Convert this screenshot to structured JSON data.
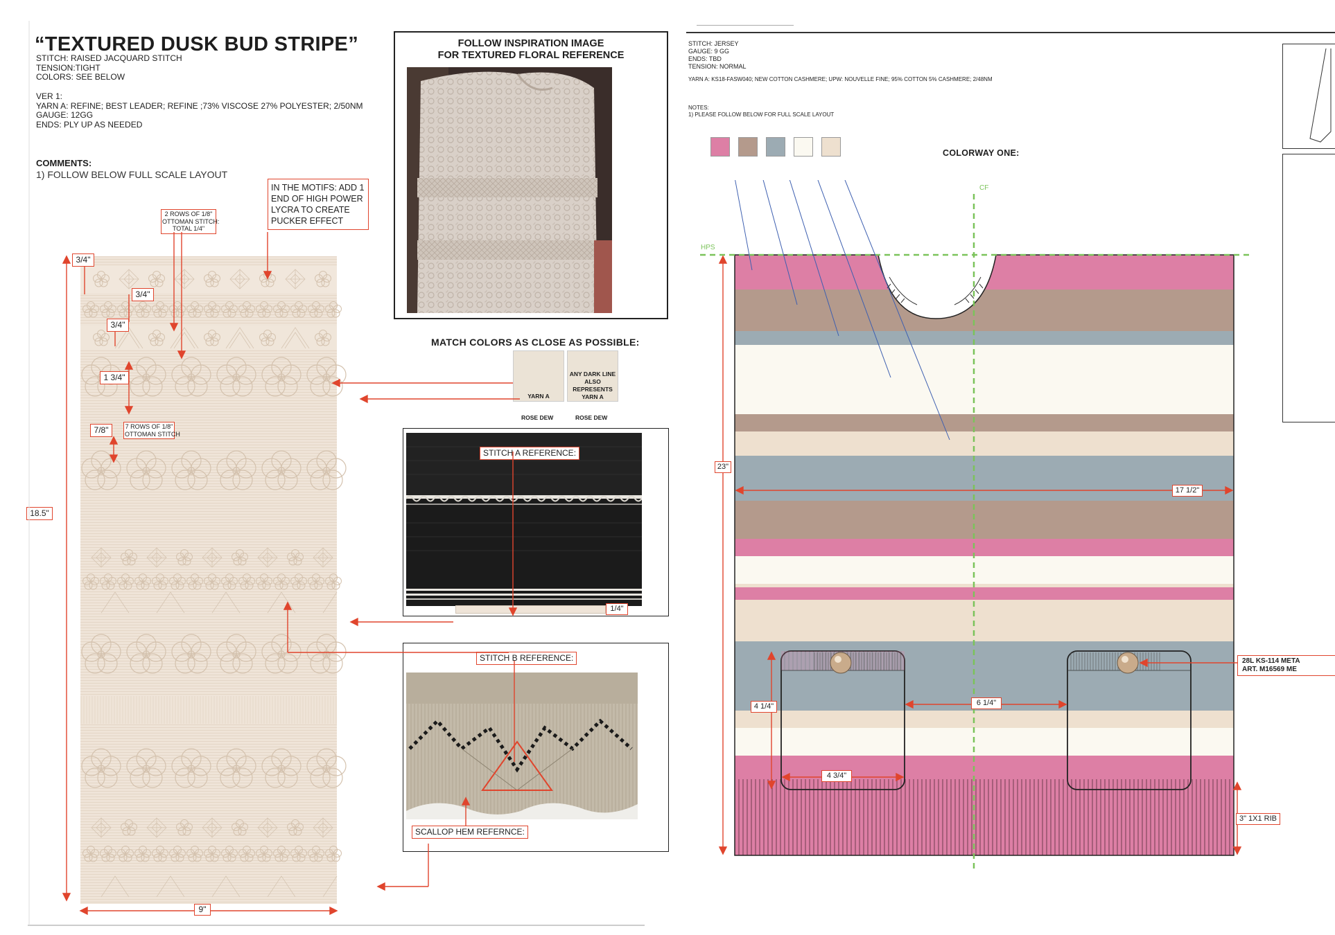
{
  "left_sheet": {
    "title": "“TEXTURED DUSK BUD STRIPE”",
    "spec_lines": [
      "STITCH: RAISED JACQUARD STITCH",
      "TENSION:TIGHT",
      "COLORS: SEE BELOW"
    ],
    "ver_lines": [
      "VER 1:",
      "YARN A: REFINE; BEST LEADER; REFINE ;73% VISCOSE 27% POLYESTER; 2/50NM",
      "GAUGE: 12GG",
      "ENDS: PLY UP AS NEEDED"
    ],
    "comments_heading": "COMMENTS:",
    "comment_1": "1) FOLLOW BELOW FULL SCALE LAYOUT",
    "motif_note": [
      "IN THE MOTIFS: ADD 1",
      "END OF HIGH POWER",
      "LYCRA TO CREATE",
      "PUCKER EFFECT"
    ],
    "ottoman_note_top": [
      "2 ROWS OF 1/8\"",
      "OTTOMAN STITCH:",
      "TOTAL 1/4\""
    ],
    "ottoman_note_mid": [
      "7 ROWS OF 1/8\"",
      "OTTOMAN STITCH"
    ],
    "dims": {
      "d1": "3/4\"",
      "d2": "3/4\"",
      "d3": "3/4\"",
      "d4": "1 3/4\"",
      "d5": "7/8\"",
      "height": "18.5\"",
      "width": "9\""
    },
    "inspiration_caption": [
      "FOLLOW INSPIRATION IMAGE",
      "FOR TEXTURED FLORAL REFERENCE"
    ],
    "match_colors_heading": "MATCH COLORS AS CLOSE AS POSSIBLE:",
    "swatch_1": {
      "label": "YARN A",
      "name": "ROSE DEW",
      "color": "#ebe3d6"
    },
    "swatch_2": {
      "note": [
        "ANY DARK LINE",
        "ALSO",
        "REPRESENTS",
        "YARN A"
      ],
      "name": "ROSE DEW",
      "color": "#ebe3d6"
    },
    "stitch_a_label": "STITCH A REFERENCE:",
    "stitch_a_dim": "1/4\"",
    "stitch_b_label": "STITCH B REFERENCE:",
    "scallop_label": "SCALLOP HEM REFERNCE:"
  },
  "right_sheet": {
    "spec_lines": [
      "STITCH: JERSEY",
      "GAUGE: 9 GG",
      "ENDS: TBD",
      "TENSION: NORMAL"
    ],
    "yarn_line": "YARN A: KS18-FASW040; NEW COTTON CASHMERE; UPW: NOUVELLE FINE; 95% COTTON 5% CASHMERE; 2/48NM",
    "notes_heading": "NOTES:",
    "notes_1": "1) PLEASE FOLLOW BELOW FOR FULL SCALE LAYOUT",
    "colorway_heading": "COLORWAY ONE:",
    "cf_label": "CF",
    "hps_label": "HPS",
    "swatch_colors": [
      "#dd7fa5",
      "#b49a8c",
      "#9cabb3",
      "#fbf9f1",
      "#eee0cf"
    ],
    "dims": {
      "length": "23\"",
      "width": "17 1/2\"",
      "pocket_height": "4 1/4\"",
      "pocket_gap": "6 1/4\"",
      "pocket_width": "4 3/4\"",
      "rib": "3\" 1X1 RIB"
    },
    "button_note": [
      "28L KS-114 META",
      "ART. M16569 ME"
    ],
    "colors": {
      "pink": "#dd7fa5",
      "taupe": "#b49a8c",
      "blue": "#9cabb3",
      "cream": "#fbf9f1",
      "beige": "#eee0cf"
    }
  }
}
